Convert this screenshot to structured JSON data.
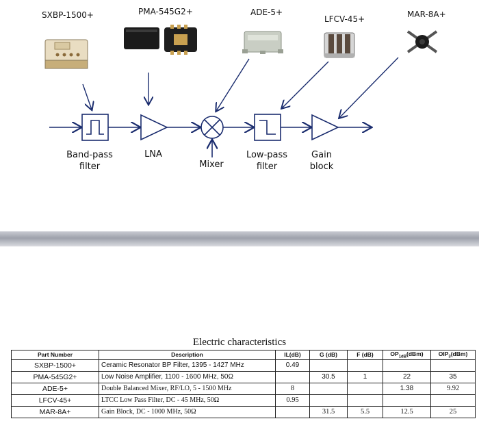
{
  "parts": [
    {
      "name": "SXBP-1500+"
    },
    {
      "name": "PMA-545G2+"
    },
    {
      "name": "ADE-5+"
    },
    {
      "name": "LFCV-45+"
    },
    {
      "name": "MAR-8A+"
    }
  ],
  "blocks": {
    "bandpass": "Band-pass\nfilter",
    "lna": "LNA",
    "mixer": "Mixer",
    "lowpass": "Low-pass\nfilter",
    "gain": "Gain\nblock"
  },
  "table": {
    "title": "Electric characteristics",
    "headers": [
      "Part Number",
      "Description",
      "IL(dB)",
      "G (dB)",
      "F (dB)",
      "OP1dB(dBm)",
      "OIP3(dBm)"
    ],
    "rows": [
      {
        "part": "SXBP-1500+",
        "desc": "Ceramic Resonator BP Filter, 1395 - 1427 MHz",
        "il": "0.49",
        "g": "",
        "f": "",
        "op1db": "",
        "oip3": ""
      },
      {
        "part": "PMA-545G2+",
        "desc": "Low Noise Amplifier, 1100 - 1600 MHz, 50Ω",
        "il": "",
        "g": "30.5",
        "f": "1",
        "op1db": "22",
        "oip3": "35"
      },
      {
        "part": "ADE-5+",
        "desc": "Double Balanced Mixer, RF/LO, 5 - 1500 MHz",
        "il": "8",
        "g": "",
        "f": "",
        "op1db": "1.38",
        "oip3": "9.92"
      },
      {
        "part": "LFCV-45+",
        "desc": "LTCC Low Pass Filter, DC - 45 MHz, 50Ω",
        "il": "0.95",
        "g": "",
        "f": "",
        "op1db": "",
        "oip3": ""
      },
      {
        "part": "MAR-8A+",
        "desc": "Gain Block, DC - 1000 MHz, 50Ω",
        "il": "",
        "g": "31.5",
        "f": "5.5",
        "op1db": "12.5",
        "oip3": "25"
      }
    ]
  }
}
